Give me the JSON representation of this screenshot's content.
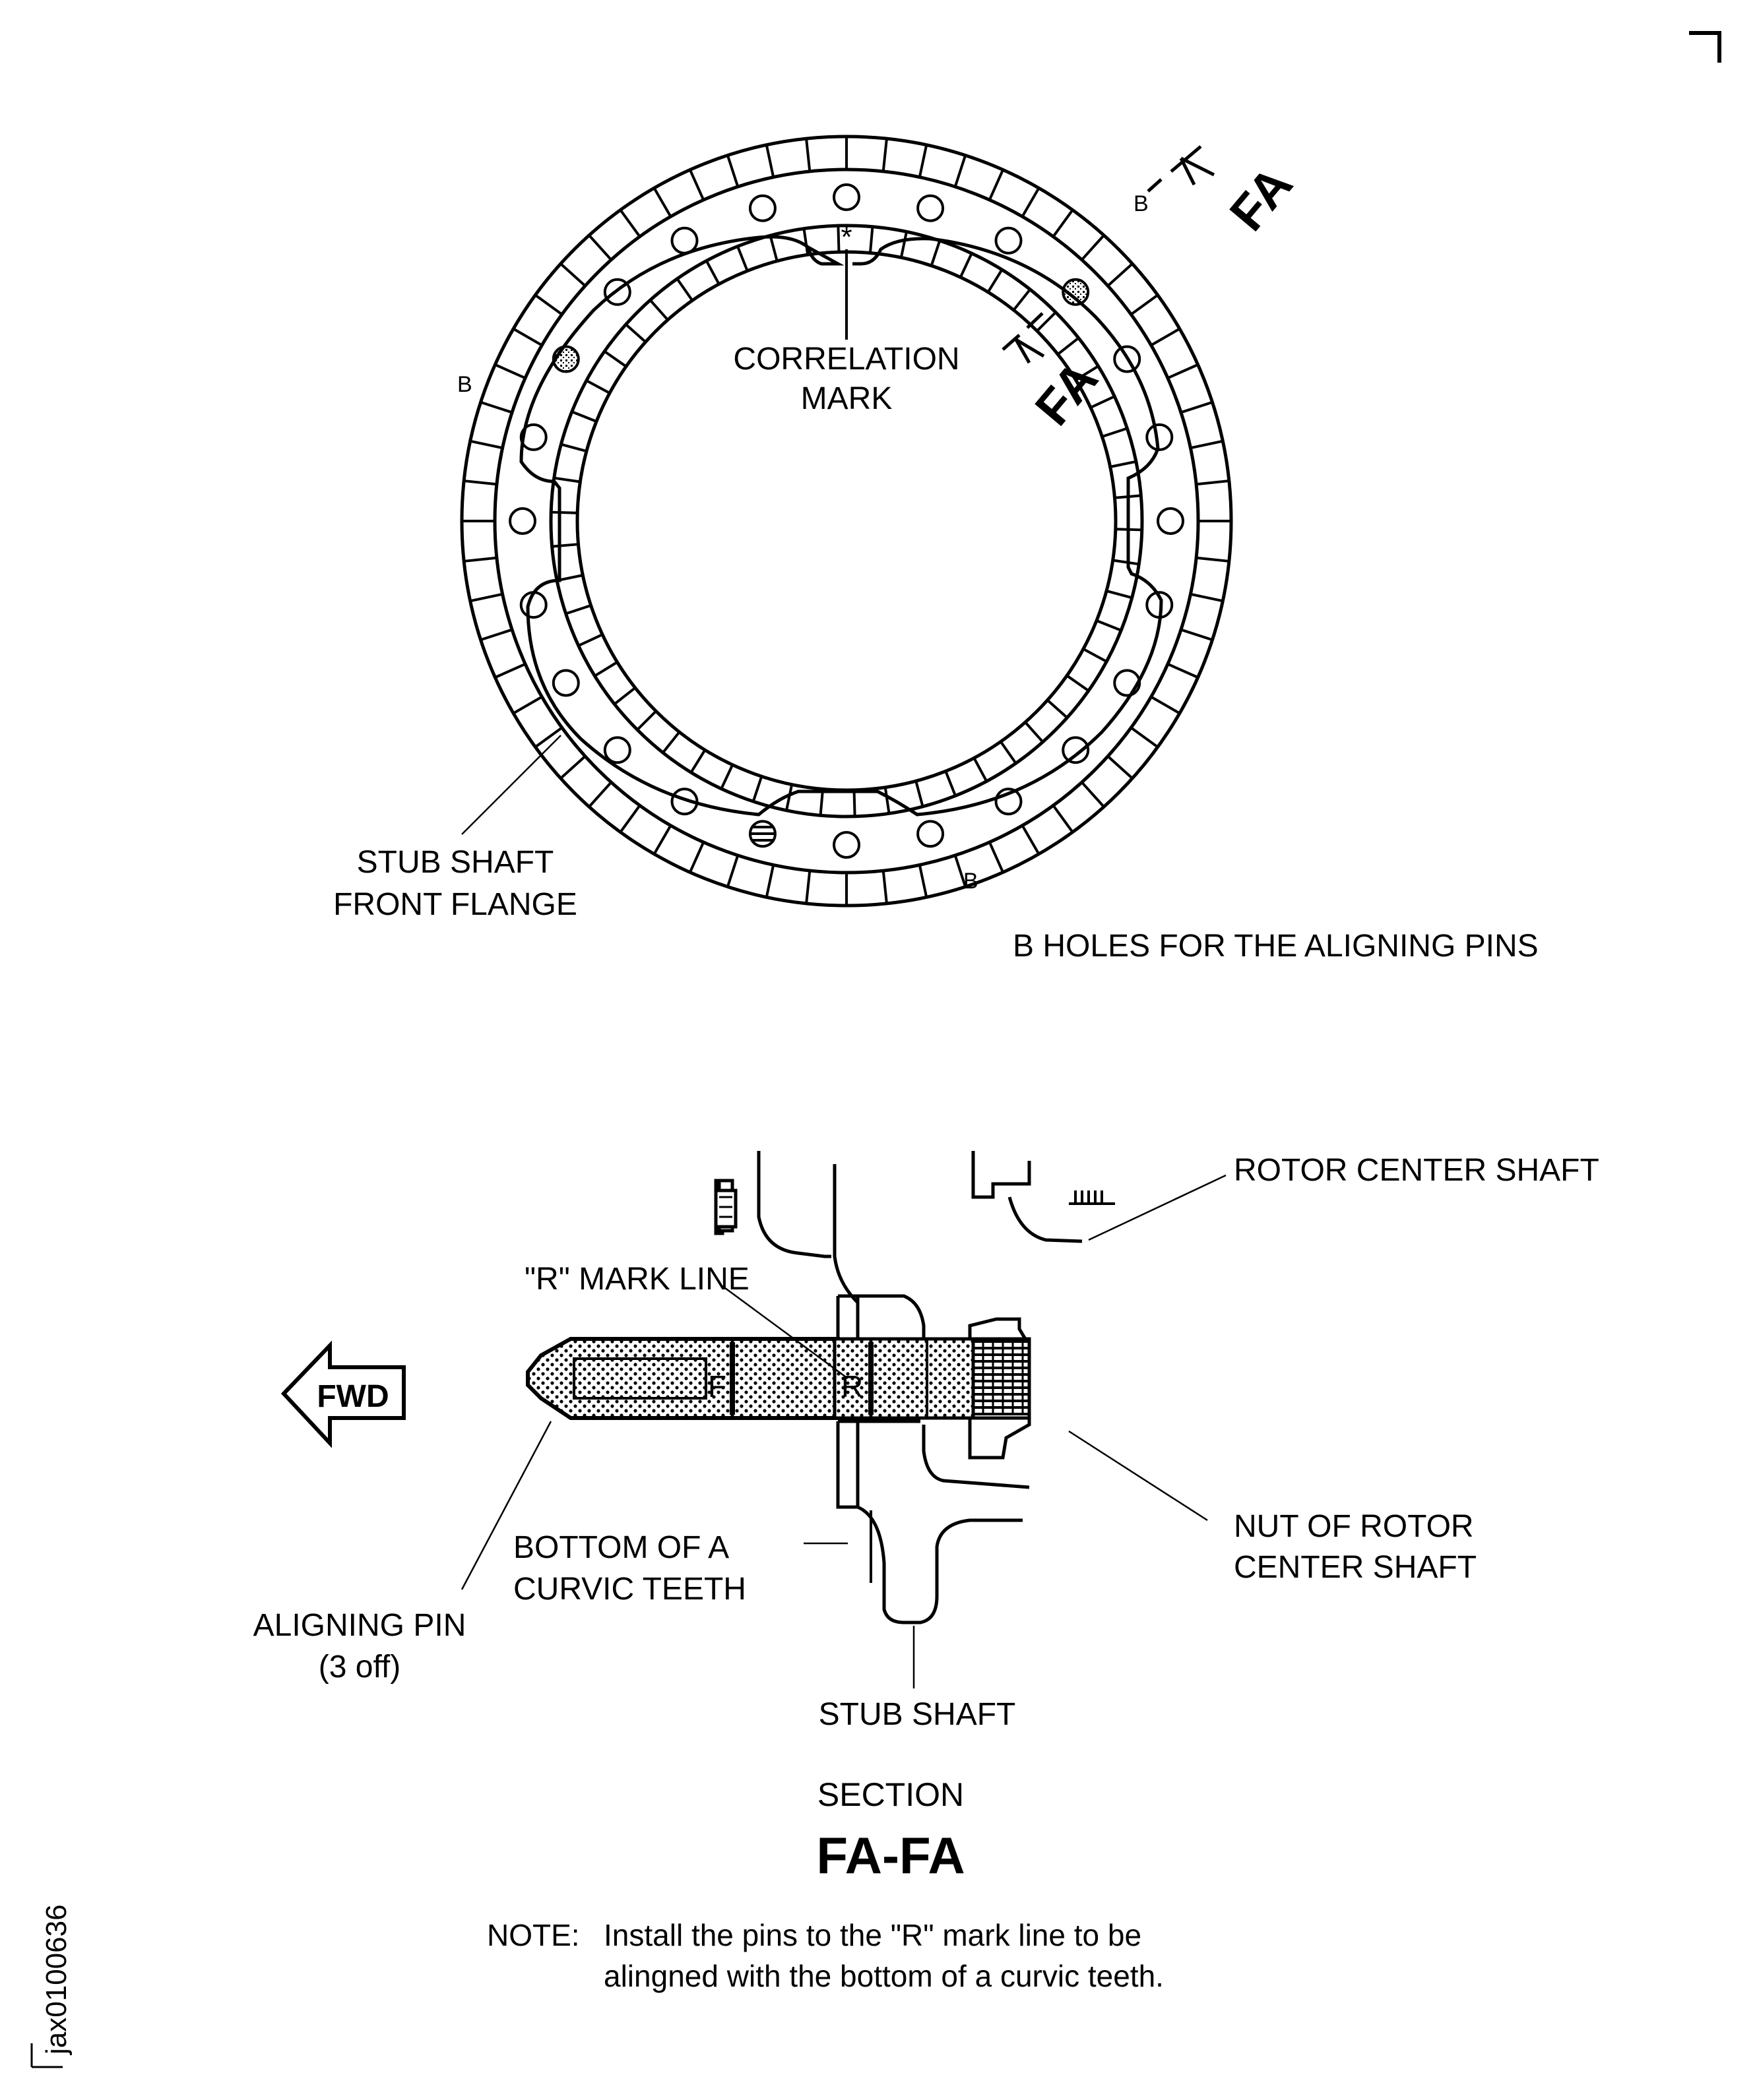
{
  "top_view": {
    "correlation_mark_symbol": "*",
    "correlation_mark_label": [
      "CORRELATION",
      "MARK"
    ],
    "flange_label": [
      "STUB SHAFT",
      "FRONT FLANGE"
    ],
    "hole_marker": "B",
    "section_marker": "FA",
    "legend": "B  HOLES FOR THE ALIGNING PINS"
  },
  "section_view": {
    "fwd_label": "FWD",
    "rotor_center_shaft": "ROTOR CENTER SHAFT",
    "r_mark_line": "\"R\"  MARK  LINE",
    "pin_mark_f": "F",
    "pin_mark_r": "R",
    "nut_label": [
      "NUT OF ROTOR",
      "CENTER SHAFT"
    ],
    "bottom_label": [
      "BOTTOM  OF  A",
      "CURVIC  TEETH"
    ],
    "aligning_pin_label": [
      "ALIGNING PIN",
      "(3 off)"
    ],
    "stub_shaft_label": "STUB  SHAFT",
    "section_caption": "SECTION",
    "section_title": "FA-FA"
  },
  "note": {
    "prefix": "NOTE:",
    "line1": "Install the pins to the \"R\" mark line to be",
    "line2": "alingned with the bottom of a curvic teeth."
  },
  "figure_id": "jax0100636"
}
